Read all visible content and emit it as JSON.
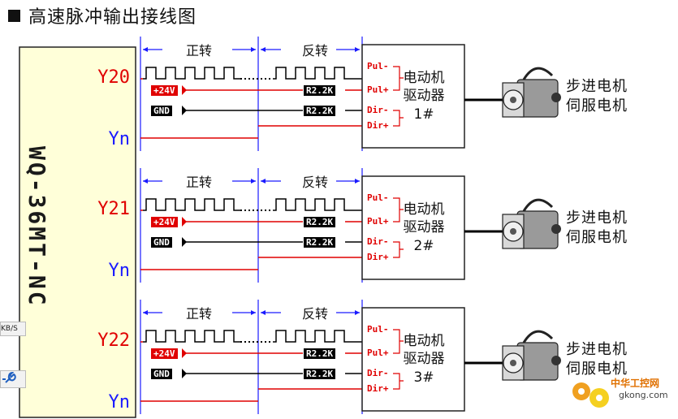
{
  "title": "高速脉冲输出接线图",
  "plc": {
    "name": "WQ-36MT-NC"
  },
  "channels": [
    {
      "pulse_pin": "Y20",
      "dir_pin": "Yn",
      "forward_label": "正转",
      "reverse_label": "反转",
      "supply_tag": "+24V",
      "ground_tag": "GND",
      "resistor_top": "R2.2K",
      "resistor_bottom": "R2.2K",
      "port_pul_minus": "Pul-",
      "port_pul_plus": "Pul+",
      "port_dir_minus": "Dir-",
      "port_dir_plus": "Dir+",
      "driver_line1": "电动机",
      "driver_line2": "驱动器",
      "driver_id": "1#",
      "motor_line1": "步进电机",
      "motor_line2": "伺服电机"
    },
    {
      "pulse_pin": "Y21",
      "dir_pin": "Yn",
      "forward_label": "正转",
      "reverse_label": "反转",
      "supply_tag": "+24V",
      "ground_tag": "GND",
      "resistor_top": "R2.2K",
      "resistor_bottom": "R2.2K",
      "port_pul_minus": "Pul-",
      "port_pul_plus": "Pul+",
      "port_dir_minus": "Dir-",
      "port_dir_plus": "Dir+",
      "driver_line1": "电动机",
      "driver_line2": "驱动器",
      "driver_id": "2#",
      "motor_line1": "步进电机",
      "motor_line2": "伺服电机"
    },
    {
      "pulse_pin": "Y22",
      "dir_pin": "Yn",
      "forward_label": "正转",
      "reverse_label": "反转",
      "supply_tag": "+24V",
      "ground_tag": "GND",
      "resistor_top": "R2.2K",
      "resistor_bottom": "R2.2K",
      "port_pul_minus": "Pul-",
      "port_pul_plus": "Pul+",
      "port_dir_minus": "Dir-",
      "port_dir_plus": "Dir+",
      "driver_line1": "电动机",
      "driver_line2": "驱动器",
      "driver_id": "3#",
      "motor_line1": "步进电机",
      "motor_line2": "伺服电机"
    }
  ],
  "colors": {
    "wire_red": "#e00000",
    "bracket_blue": "#1a1aff",
    "plc_fill": "#ffffd9",
    "pulse_black": "#000000"
  },
  "overlay": {
    "speed_text": "KB/S",
    "watermark_cn": "中华工控网",
    "watermark_url": "gkong.com"
  }
}
